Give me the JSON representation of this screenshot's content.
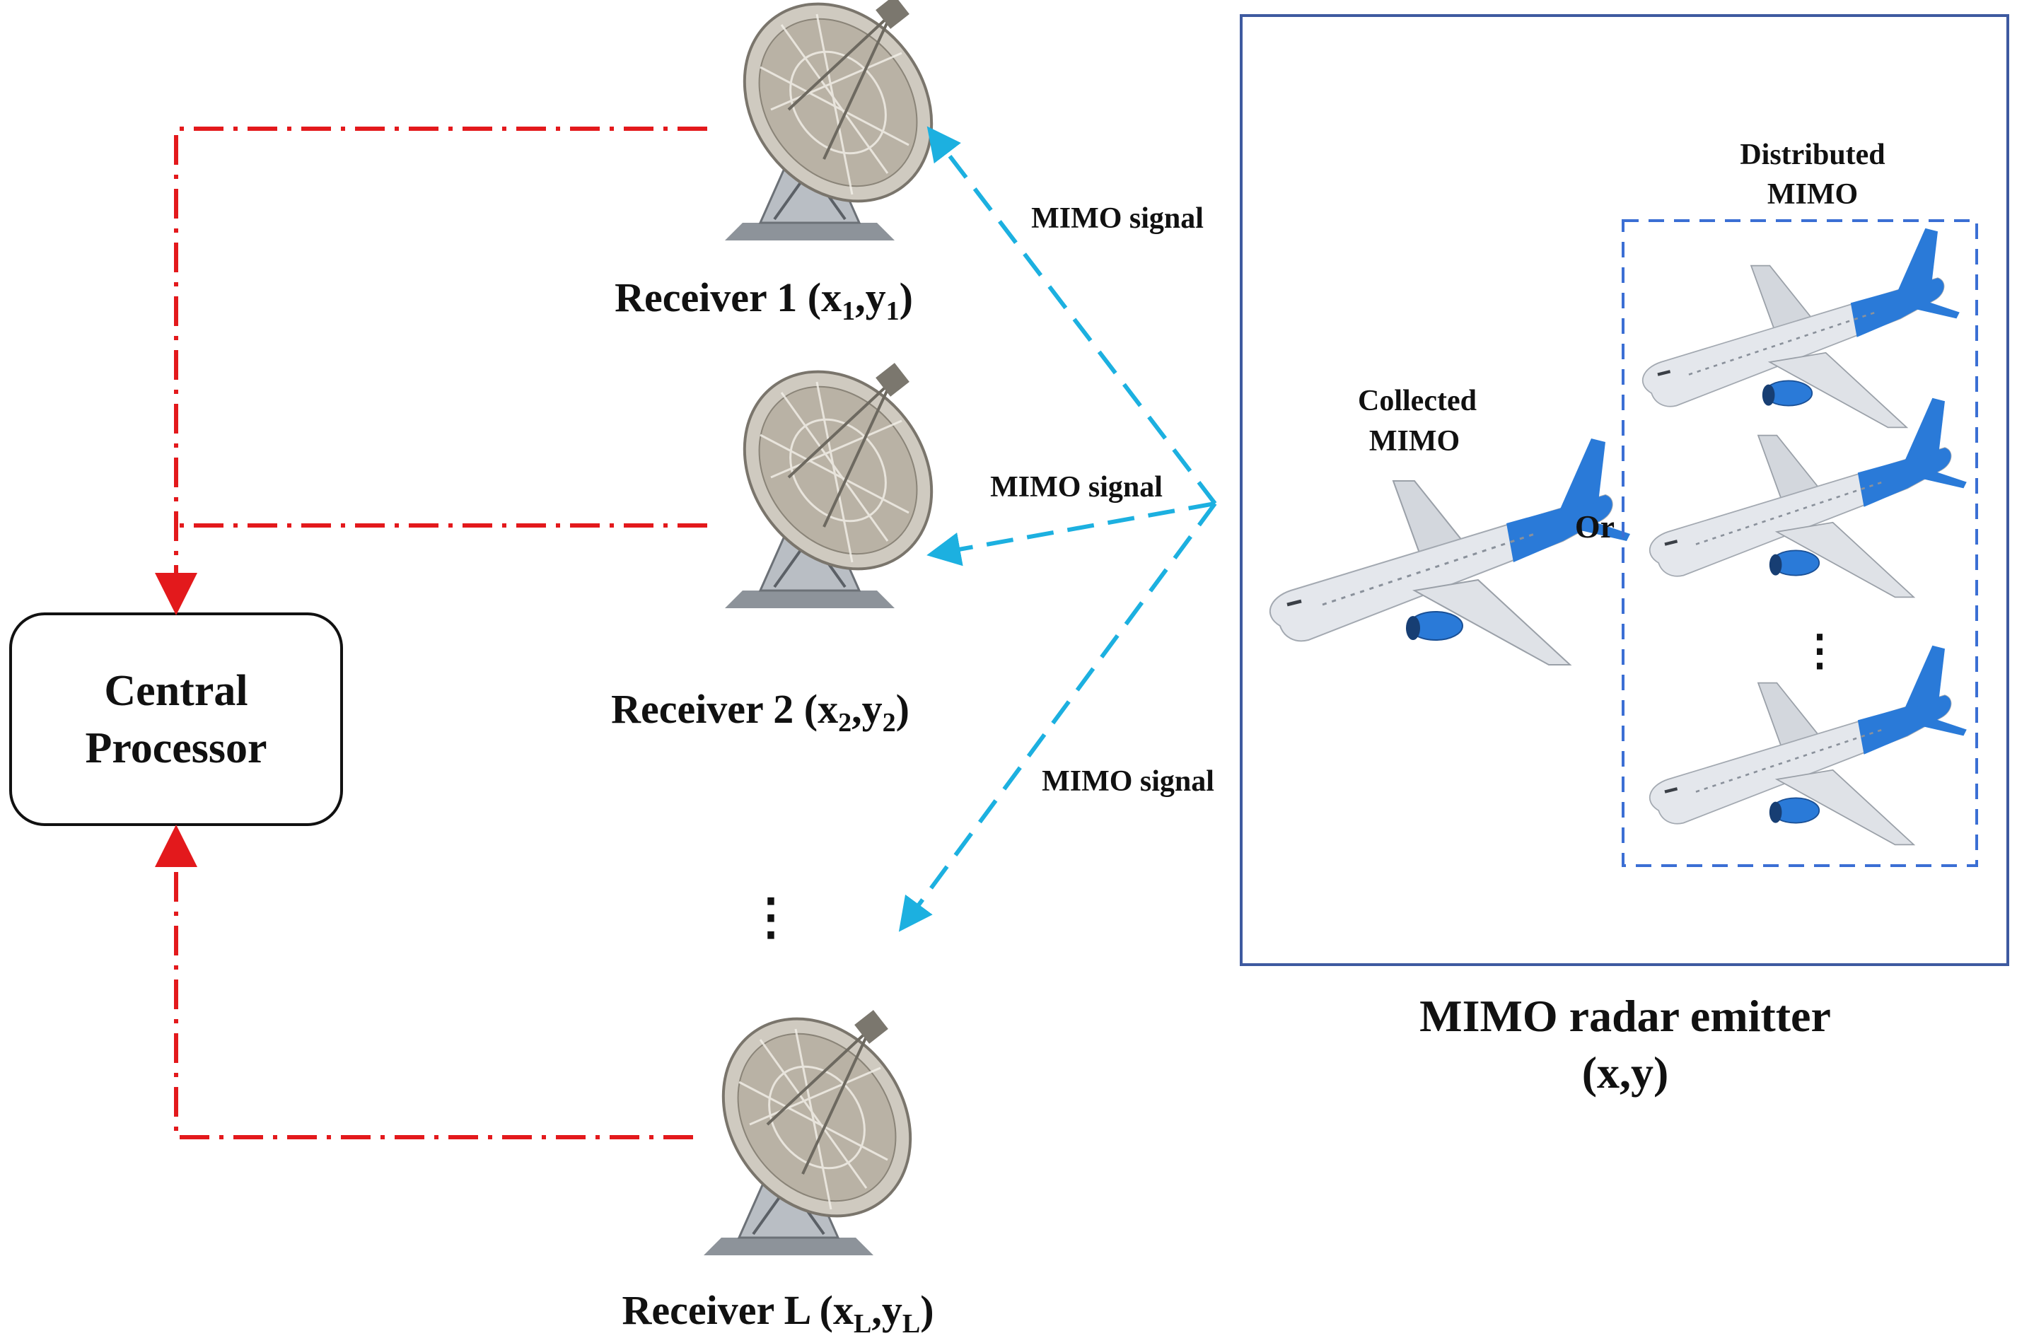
{
  "central_processor": {
    "line1": "Central",
    "line2": "Processor"
  },
  "receivers": [
    {
      "name": "Receiver 1",
      "x_sub": "1",
      "y_sub": "1"
    },
    {
      "name": "Receiver 2",
      "x_sub": "2",
      "y_sub": "2"
    },
    {
      "name": "Receiver L",
      "x_sub": "L",
      "y_sub": "L"
    }
  ],
  "coord_symbols": {
    "x": "x",
    "y": "y",
    "open": "(",
    "comma": ",",
    "close": ")"
  },
  "signals": {
    "signal_1": "MIMO signal",
    "signal_2": "MIMO signal",
    "signal_3": "MIMO signal"
  },
  "emitter": {
    "collected_line1": "Collected",
    "collected_line2": "MIMO",
    "or": "Or",
    "distributed_line1": "Distributed",
    "distributed_line2": "MIMO",
    "title": "MIMO radar emitter",
    "coords": "(x,y)"
  },
  "ellipsis": "⋮",
  "colors": {
    "link_red": "#e3191c",
    "signal_blue": "#1cb0e0",
    "frame_blue": "#3e5aa0",
    "dashed_blue": "#3b6fd4",
    "plane_body": "#e4e7ec",
    "plane_tail": "#2a7ad8"
  }
}
